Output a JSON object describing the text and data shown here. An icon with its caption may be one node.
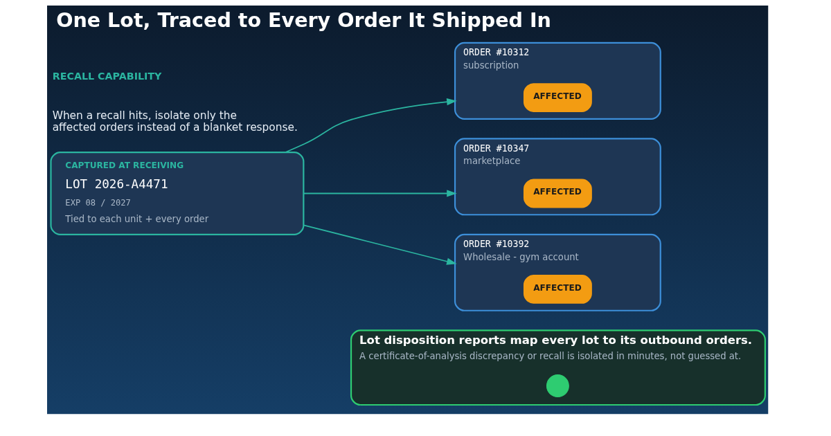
{
  "diagram": {
    "title": "One Lot, Traced to Every Order It Shipped In",
    "nodes": [
      {
        "text": [
          "CAPTURED AT RECEIVING",
          "LOT 2026-A4471",
          "EXP 08 / 2027",
          "Tied to each unit + every order"
        ]
      },
      {
        "text": [
          "ORDER #10312",
          "subscription"
        ]
      },
      {
        "text": [
          "AFFECTED"
        ],
        "in": 1
      },
      {
        "text": [
          "ORDER #10347",
          "marketplace"
        ]
      },
      {
        "text": [
          "AFFECTED"
        ],
        "in": 3
      },
      {
        "text": [
          "ORDER #10392",
          "Wholesale - gym account"
        ]
      },
      {
        "text": [
          "AFFECTED"
        ],
        "in": 5
      },
      {
        "text": [
          "Lot disposition reports map every lot to its outbound orders.",
          "A certificate-of-analysis discrepancy or recall is isolated in minutes, not guessed at."
        ]
      },
      {
        "text": [],
        "shape": "circle",
        "in": 7
      }
    ],
    "edges": [
      {
        "from": 0,
        "to": 1,
        "arrow": "to"
      },
      {
        "from": 0,
        "to": 3,
        "arrow": "to"
      },
      {
        "from": 0,
        "to": 5,
        "arrow": "to"
      }
    ],
    "labels": [
      "RECALL CAPABILITY",
      "When a recall hits, isolate only the affected orders instead of a blanket response."
    ]
  }
}
